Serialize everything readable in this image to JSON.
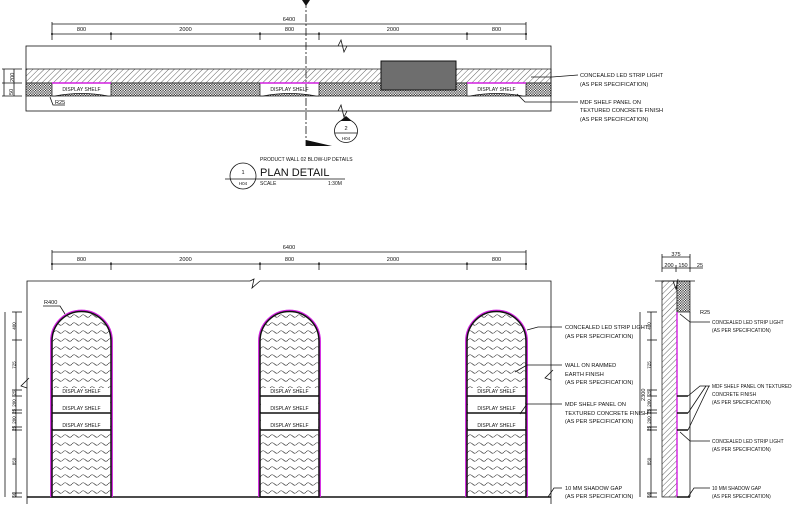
{
  "plan": {
    "overall_dim": "6400",
    "segment_dims": [
      "800",
      "2000",
      "800",
      "2000",
      "800"
    ],
    "left_dims": [
      "200",
      "50"
    ],
    "shelf_label": "DISPLAY SHELF",
    "radius_label": "R25",
    "section_marker": {
      "number": "2",
      "sheet": "H04"
    },
    "callouts": [
      [
        "CONCEALED LED STRIP LIGHT",
        "(AS PER SPECIFICATION)"
      ],
      [
        "MDF SHELF PANEL ON",
        "TEXTURED CONCRETE FINISH",
        "(AS PER SPECIFICATION)"
      ]
    ],
    "title_block": {
      "number": "1",
      "sheet": "H04",
      "subtitle": "PRODUCT WALL 02 BLOW-UP DETAILS",
      "title": "PLAN DETAIL",
      "scale_label": "SCALE",
      "scale_value": "1:30M"
    }
  },
  "elevation": {
    "overall_dim": "6400",
    "segment_dims": [
      "800",
      "2000",
      "800",
      "2000",
      "800"
    ],
    "height_dims": [
      "400",
      "725",
      "25",
      "200",
      "25",
      "200",
      "25",
      "850",
      "50"
    ],
    "radius_label": "R400",
    "shelf_label": "DISPLAY SHELF",
    "callouts": [
      [
        "CONCEALED LED STRIP LIGHT",
        "(AS PER SPECIFICATION)"
      ],
      [
        "WALL ON RAMMED",
        "EARTH FINISH",
        "(AS PER SPECIFICATION)"
      ],
      [
        "MDF SHELF PANEL ON",
        "TEXTURED CONCRETE FINISH",
        "(AS PER SPECIFICATION)"
      ],
      [
        "10 MM SHADOW GAP",
        "(AS PER SPECIFICATION)"
      ]
    ]
  },
  "section": {
    "overall_dim": "375",
    "width_dims": [
      "200",
      "150",
      "25"
    ],
    "total_height": "2300",
    "height_dims": [
      "400",
      "725",
      "25",
      "200",
      "25",
      "200",
      "25",
      "850",
      "50"
    ],
    "radius_label": "R25",
    "callouts": [
      [
        "CONCEALED LED STRIP LIGHT",
        "(AS PER SPECIFICATION)"
      ],
      [
        "MDF SHELF PANEL ON TEXTURED",
        "CONCRETE FINISH",
        "(AS PER SPECIFICATION)"
      ],
      [
        "CONCEALED LED STRIP LIGHT",
        "(AS PER SPECIFICATION)"
      ],
      [
        "10 MM SHADOW GAP",
        "(AS PER SPECIFICATION)"
      ]
    ]
  },
  "colors": {
    "led_strip": "#d21ee0",
    "line": "#111111",
    "solid_block": "#6e6e6e"
  }
}
